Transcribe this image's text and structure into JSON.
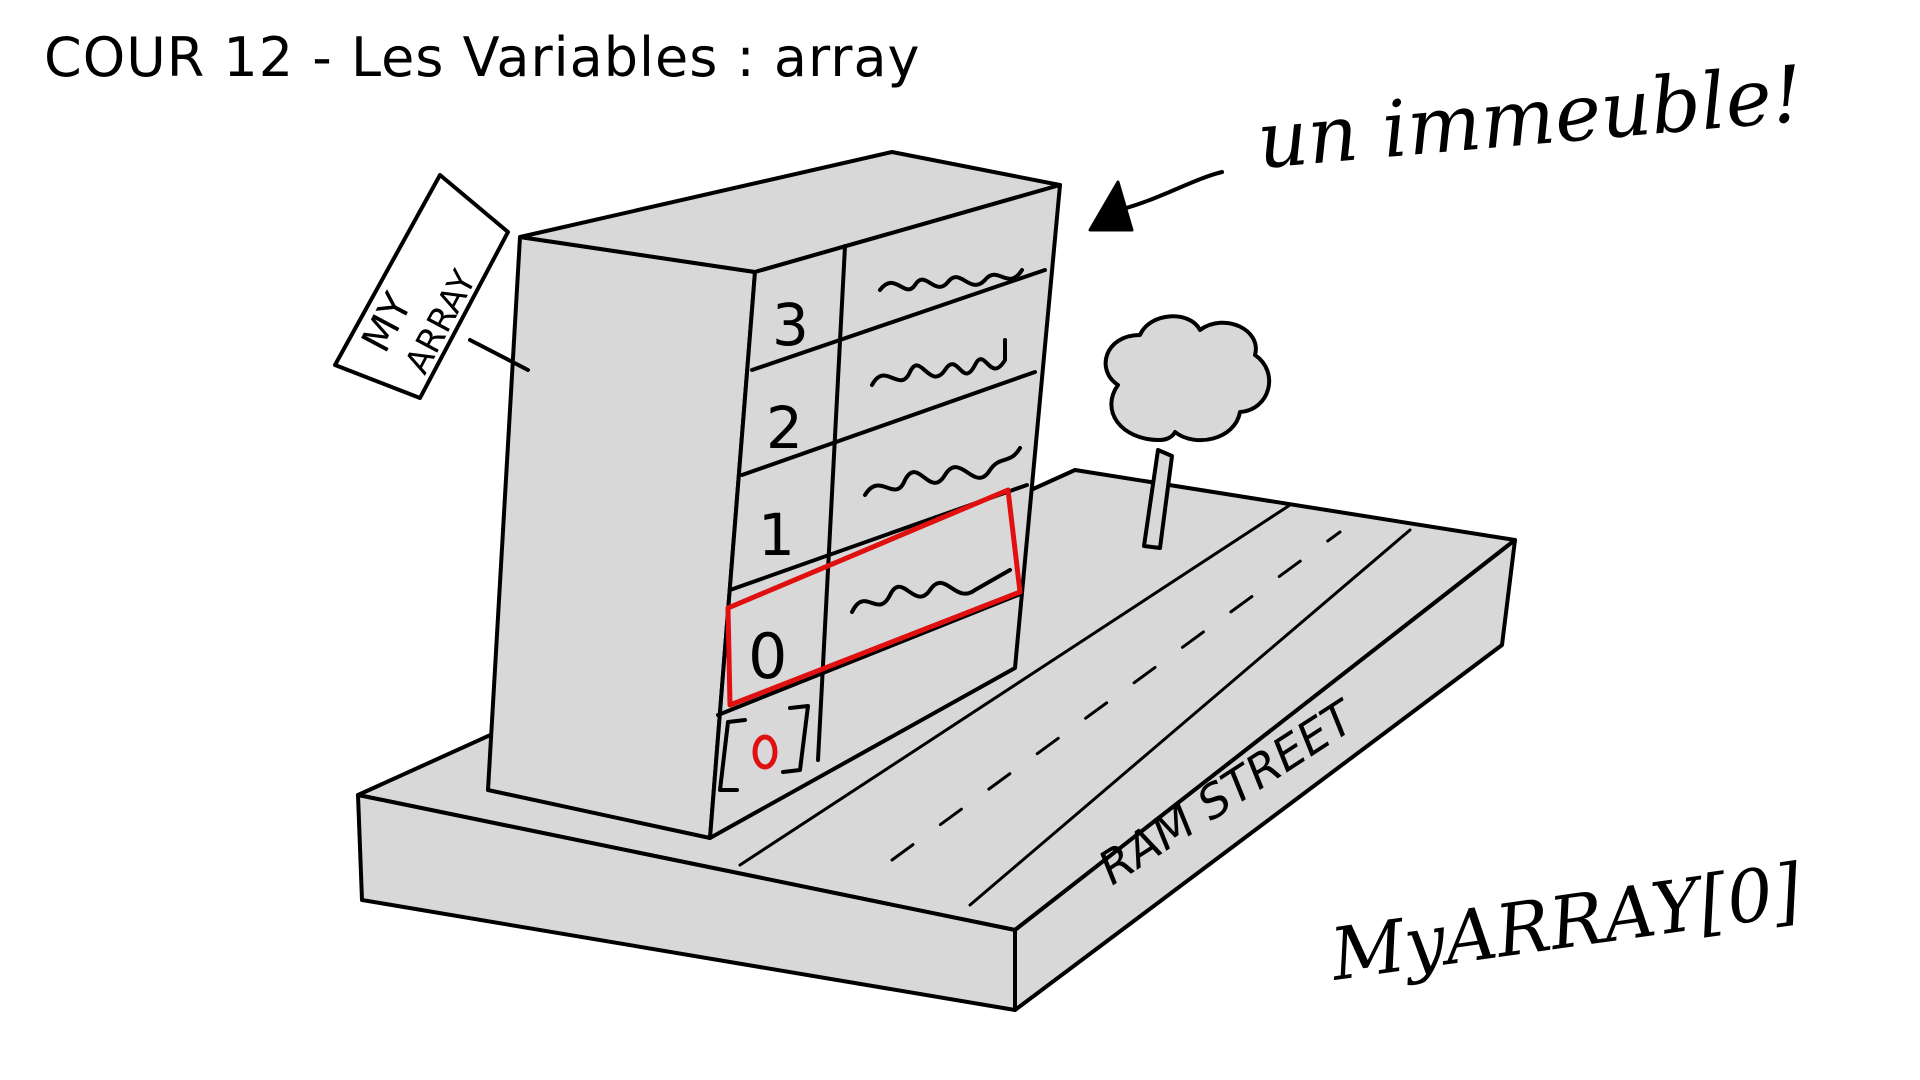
{
  "title": "COUR 12 - Les Variables : array",
  "annotation": "un immeuble!",
  "sign_label_line1": "MY",
  "sign_label_line2": "ARRAY",
  "street_label": "RAM STREET",
  "index_labels": [
    "3",
    "2",
    "1",
    "0"
  ],
  "index_expression_label": "[0]",
  "bottom_expression": "MyARRAY[0]",
  "colors": {
    "building": "#d8d8d8",
    "highlight": "#e01010",
    "ink": "#000000"
  }
}
